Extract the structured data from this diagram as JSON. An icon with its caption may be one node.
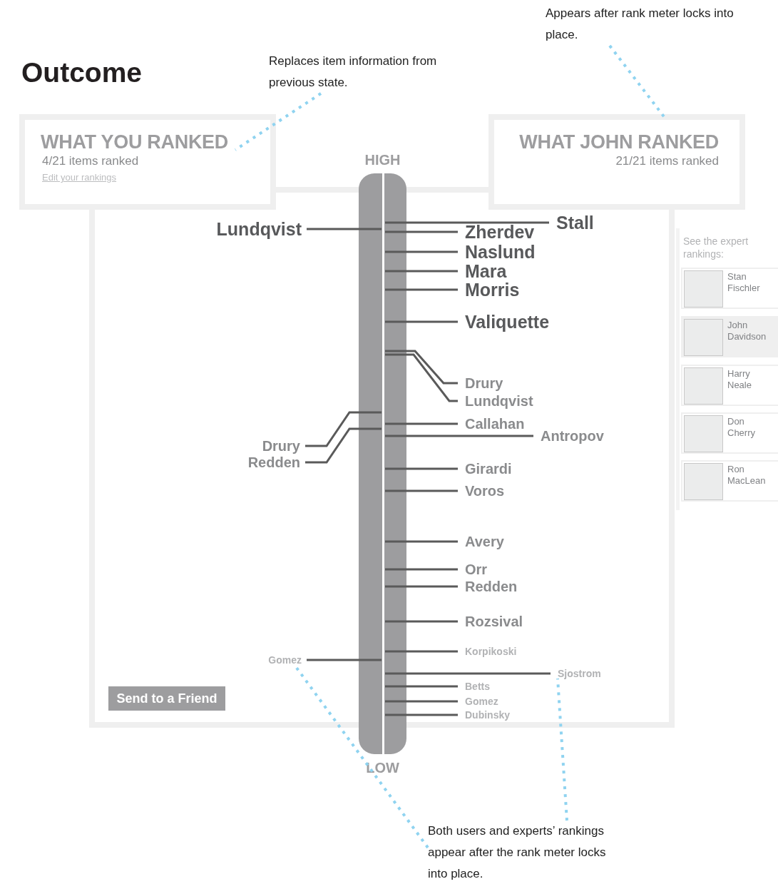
{
  "diagram": {
    "title": "Outcome",
    "nodes": [
      {
        "text": [
          "Replaces item information from previous state."
        ]
      },
      {
        "text": [
          "Appears after rank meter locks into place."
        ]
      },
      {
        "text": [
          "WHAT YOU RANKED",
          "4/21 items ranked",
          "Edit your rankings"
        ]
      },
      {
        "text": [
          "WHAT JOHN RANKED",
          "21/21 items ranked"
        ]
      },
      {
        "text": [],
        "shape": "bar",
        "beside": [
          "HIGH",
          "LOW"
        ]
      },
      {
        "text": [],
        "shape": "box"
      },
      {
        "text": [
          "Stall"
        ],
        "in": 5
      },
      {
        "text": [
          "Lundqvist"
        ],
        "in": 5
      },
      {
        "text": [
          "Zherdev"
        ],
        "in": 5
      },
      {
        "text": [
          "Naslund"
        ],
        "in": 5
      },
      {
        "text": [
          "Mara"
        ],
        "in": 5
      },
      {
        "text": [
          "Morris"
        ],
        "in": 5
      },
      {
        "text": [
          "Valiquette"
        ],
        "in": 5
      },
      {
        "text": [
          "Drury"
        ],
        "in": 5
      },
      {
        "text": [
          "Lundqvist"
        ],
        "in": 5
      },
      {
        "text": [
          "Callahan"
        ],
        "in": 5
      },
      {
        "text": [
          "Antropov"
        ],
        "in": 5
      },
      {
        "text": [
          "Drury"
        ],
        "in": 5
      },
      {
        "text": [
          "Redden"
        ],
        "in": 5
      },
      {
        "text": [
          "Girardi"
        ],
        "in": 5
      },
      {
        "text": [
          "Voros"
        ],
        "in": 5
      },
      {
        "text": [
          "Avery"
        ],
        "in": 5
      },
      {
        "text": [
          "Orr"
        ],
        "in": 5
      },
      {
        "text": [
          "Redden"
        ],
        "in": 5
      },
      {
        "text": [
          "Rozsival"
        ],
        "in": 5
      },
      {
        "text": [
          "Korpikoski"
        ],
        "in": 5
      },
      {
        "text": [
          "Gomez"
        ],
        "in": 5
      },
      {
        "text": [
          "Sjostrom"
        ],
        "in": 5
      },
      {
        "text": [
          "Betts"
        ],
        "in": 5
      },
      {
        "text": [
          "Gomez"
        ],
        "in": 5
      },
      {
        "text": [
          "Dubinsky"
        ],
        "in": 5
      },
      {
        "text": [
          "Send to a Friend"
        ],
        "in": 5
      },
      {
        "text": [
          "Stan Fischler"
        ]
      },
      {
        "text": [
          "John Davidson"
        ]
      },
      {
        "text": [
          "Harry Neale"
        ]
      },
      {
        "text": [
          "Don Cherry"
        ]
      },
      {
        "text": [
          "Ron MacLean"
        ]
      },
      {
        "text": [
          "Both users and experts’ rankings appear after the rank meter locks into place."
        ]
      }
    ],
    "edges": [
      {
        "from": 0,
        "to": 2,
        "arrow": "none",
        "style": "dashed",
        "color": "#8fd3f0"
      },
      {
        "from": 1,
        "to": 3,
        "arrow": "none",
        "style": "dashed",
        "color": "#8fd3f0"
      },
      {
        "from": 37,
        "to": 26,
        "arrow": "none",
        "style": "dashed",
        "color": "#8fd3f0"
      },
      {
        "from": 37,
        "to": 27,
        "arrow": "none",
        "style": "dashed",
        "color": "#8fd3f0"
      },
      {
        "from": 6,
        "to": 4,
        "arrow": "none"
      },
      {
        "from": 7,
        "to": 4,
        "arrow": "none"
      },
      {
        "from": 8,
        "to": 4,
        "arrow": "none"
      },
      {
        "from": 9,
        "to": 4,
        "arrow": "none"
      },
      {
        "from": 10,
        "to": 4,
        "arrow": "none"
      },
      {
        "from": 11,
        "to": 4,
        "arrow": "none"
      },
      {
        "from": 12,
        "to": 4,
        "arrow": "none"
      },
      {
        "from": 13,
        "to": 4,
        "arrow": "none"
      },
      {
        "from": 14,
        "to": 4,
        "arrow": "none"
      },
      {
        "from": 15,
        "to": 4,
        "arrow": "none"
      },
      {
        "from": 16,
        "to": 4,
        "arrow": "none"
      },
      {
        "from": 17,
        "to": 4,
        "arrow": "none"
      },
      {
        "from": 18,
        "to": 4,
        "arrow": "none"
      },
      {
        "from": 19,
        "to": 4,
        "arrow": "none"
      },
      {
        "from": 20,
        "to": 4,
        "arrow": "none"
      },
      {
        "from": 21,
        "to": 4,
        "arrow": "none"
      },
      {
        "from": 22,
        "to": 4,
        "arrow": "none"
      },
      {
        "from": 23,
        "to": 4,
        "arrow": "none"
      },
      {
        "from": 24,
        "to": 4,
        "arrow": "none"
      },
      {
        "from": 25,
        "to": 4,
        "arrow": "none"
      },
      {
        "from": 26,
        "to": 4,
        "arrow": "none"
      },
      {
        "from": 27,
        "to": 4,
        "arrow": "none"
      },
      {
        "from": 28,
        "to": 4,
        "arrow": "none"
      },
      {
        "from": 29,
        "to": 4,
        "arrow": "none"
      },
      {
        "from": 30,
        "to": 4,
        "arrow": "none"
      }
    ],
    "labels": [
      "See the expert rankings:"
    ]
  }
}
